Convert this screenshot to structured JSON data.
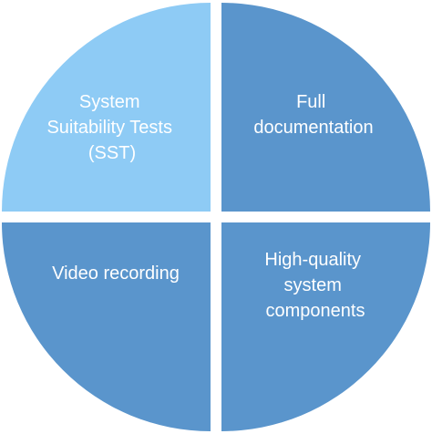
{
  "diagram": {
    "quadrants": [
      {
        "lines": [
          "System",
          "Suitability Tests",
          "(SST)"
        ],
        "color": "#8ecbf5"
      },
      {
        "lines": [
          "Full",
          "documentation"
        ],
        "color": "#5a95cc"
      },
      {
        "lines": [
          "Video recording"
        ],
        "color": "#5a95cc"
      },
      {
        "lines": [
          "High-quality",
          "system",
          "components"
        ],
        "color": "#5a95cc"
      }
    ],
    "background": "#ffffff",
    "text_color": "#ffffff"
  }
}
